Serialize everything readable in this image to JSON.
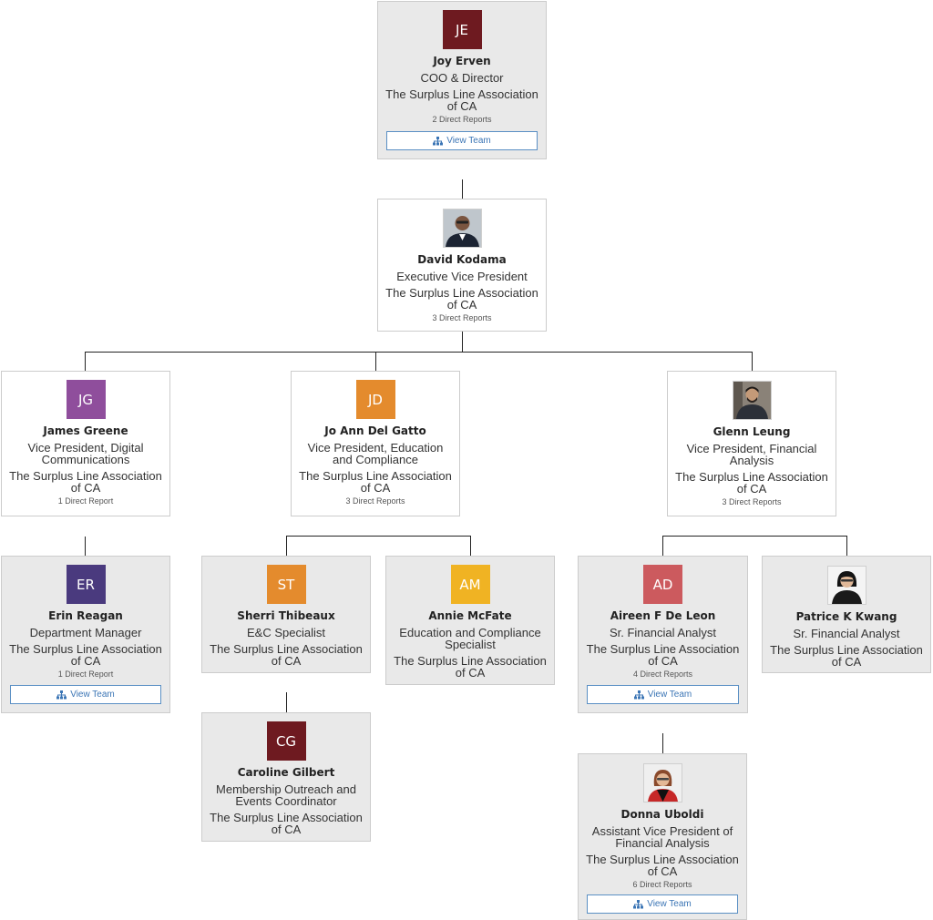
{
  "people": {
    "joy": {
      "initials": "JE",
      "name": "Joy Erven",
      "title": "COO & Director",
      "org": "The Surplus Line Association of CA",
      "reports": "2 Direct Reports",
      "color": "#6e1a20"
    },
    "david": {
      "name": "David Kodama",
      "title": "Executive Vice President",
      "org": "The Surplus Line Association of CA",
      "reports": "3 Direct Reports"
    },
    "james": {
      "initials": "JG",
      "name": "James Greene",
      "title": "Vice President, Digital Communications",
      "org": "The Surplus Line Association of CA",
      "reports": "1 Direct Report",
      "color": "#8f4e9c"
    },
    "joann": {
      "initials": "JD",
      "name": "Jo Ann Del Gatto",
      "title": "Vice President, Education and Compliance",
      "org": "The Surplus Line Association of CA",
      "reports": "3 Direct Reports",
      "color": "#e48b2d"
    },
    "glenn": {
      "name": "Glenn Leung",
      "title": "Vice President, Financial Analysis",
      "org": "The Surplus Line Association of CA",
      "reports": "3 Direct Reports"
    },
    "erin": {
      "initials": "ER",
      "name": "Erin Reagan",
      "title": "Department Manager",
      "org": "The Surplus Line Association of CA",
      "reports": "1 Direct Report",
      "color": "#4a3a7e"
    },
    "sherri": {
      "initials": "ST",
      "name": "Sherri Thibeaux",
      "title": "E&C Specialist",
      "org": "The Surplus Line Association of CA",
      "color": "#e48b2d"
    },
    "annie": {
      "initials": "AM",
      "name": "Annie McFate",
      "title": "Education and Compliance Specialist",
      "org": "The Surplus Line Association of CA",
      "color": "#f0b323"
    },
    "aireen": {
      "initials": "AD",
      "name": "Aireen F De Leon",
      "title": "Sr. Financial Analyst",
      "org": "The Surplus Line Association of CA",
      "reports": "4 Direct Reports",
      "color": "#cc5a5e"
    },
    "patrice": {
      "name": "Patrice K Kwang",
      "title": "Sr. Financial Analyst",
      "org": "The Surplus Line Association of CA"
    },
    "caroline": {
      "initials": "CG",
      "name": "Caroline Gilbert",
      "title": "Membership Outreach and Events Coordinator",
      "org": "The Surplus Line Association of CA",
      "color": "#6e1a20"
    },
    "donna": {
      "name": "Donna Uboldi",
      "title": "Assistant Vice President of Financial Analysis",
      "org": "The Surplus Line Association of CA",
      "reports": "6 Direct Reports"
    }
  },
  "labels": {
    "view_team": "View Team"
  },
  "icons": {
    "view_team": "org-chart-icon"
  },
  "colors": {
    "link": "#3b75b5",
    "card_bg": "#e9e9e9",
    "border": "#cccccc"
  }
}
